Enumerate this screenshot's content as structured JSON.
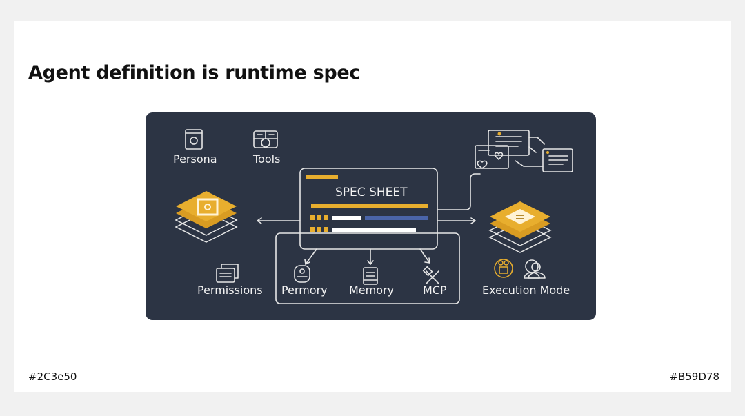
{
  "title": "Agent definition is runtime spec",
  "diagram": {
    "center": {
      "label": "SPEC SHEET"
    },
    "nodes": [
      {
        "id": "persona",
        "label": "Persona",
        "icon": "washer-frame-icon"
      },
      {
        "id": "tools",
        "label": "Tools",
        "icon": "toolbox-icon"
      },
      {
        "id": "permissions",
        "label": "Permissions",
        "icon": "folder-doc-icon"
      },
      {
        "id": "permory",
        "label": "Permory",
        "icon": "device-icon"
      },
      {
        "id": "memory",
        "label": "Memory",
        "icon": "server-icon"
      },
      {
        "id": "mcp",
        "label": "MCP",
        "icon": "wrench-icon"
      },
      {
        "id": "execution_mode",
        "label": "Execution Mode",
        "icon": "users-icon"
      }
    ]
  },
  "footer": {
    "left_color": "#2C3e50",
    "right_color": "#B59D78"
  },
  "colors": {
    "panel": "#2c3444",
    "accent": "#e8ae2e",
    "blue_bar": "#4a64a8",
    "line": "#e6e6e6"
  }
}
